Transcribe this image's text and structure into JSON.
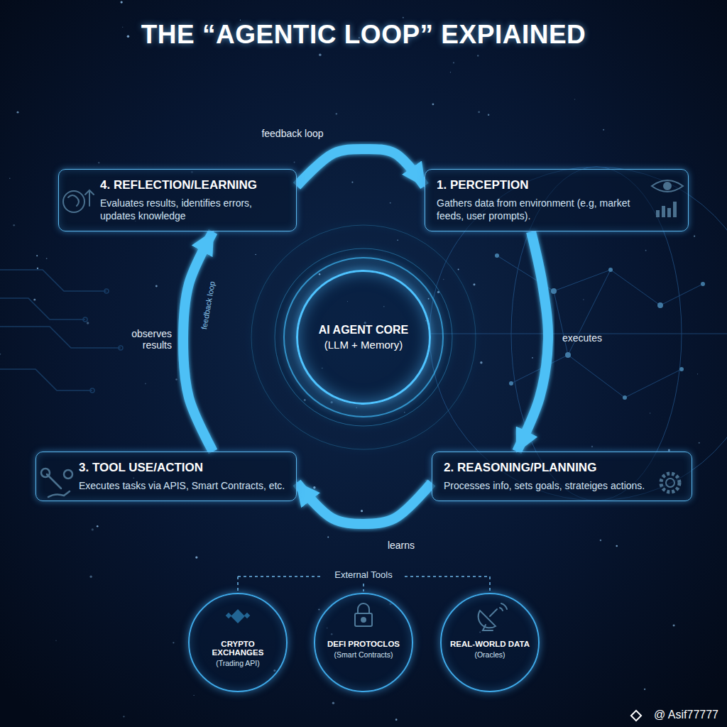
{
  "diagram": {
    "title": "THE “AGENTIC LOOP” EXPIAINED",
    "nodes": [
      {
        "text": [
          "4. REFLECTION/LEARNING",
          "Evaluates results, identifies errors, updates knowledge"
        ]
      },
      {
        "text": [
          "1. PERCEPTION",
          "Gathers data from environment (e.g, market feeds, user prompts)."
        ]
      },
      {
        "text": [
          "AI AGENT CORE",
          "(LLM + Memory)"
        ]
      },
      {
        "text": [
          "3. TOOL USE/ACTION",
          "Executes tasks via APIS, Smart Contracts, etc."
        ]
      },
      {
        "text": [
          "2. REASONING/PLANNING",
          "Processes info, sets goals, strateiges actions."
        ]
      },
      {
        "text": [
          "CRYPTO EXCHANGES",
          "(Trading API)"
        ]
      },
      {
        "text": [
          "DEFI PROTOCLOS",
          "(Smart Contracts)"
        ]
      },
      {
        "text": [
          "REAL-WORLD DATA",
          "(Oracles)"
        ]
      }
    ],
    "edges": [
      {
        "from": 0,
        "to": 1,
        "label": "feedback loop",
        "arrow": "to"
      },
      {
        "from": 1,
        "to": 4,
        "label": "executes",
        "arrow": "to"
      },
      {
        "from": 4,
        "to": 3,
        "label": "learns",
        "arrow": "to"
      },
      {
        "from": 3,
        "to": 0,
        "label": "observes results",
        "arrow": "to"
      }
    ],
    "labels": [
      "feedback loop",
      "External Tools",
      "@ Asif77777"
    ]
  }
}
